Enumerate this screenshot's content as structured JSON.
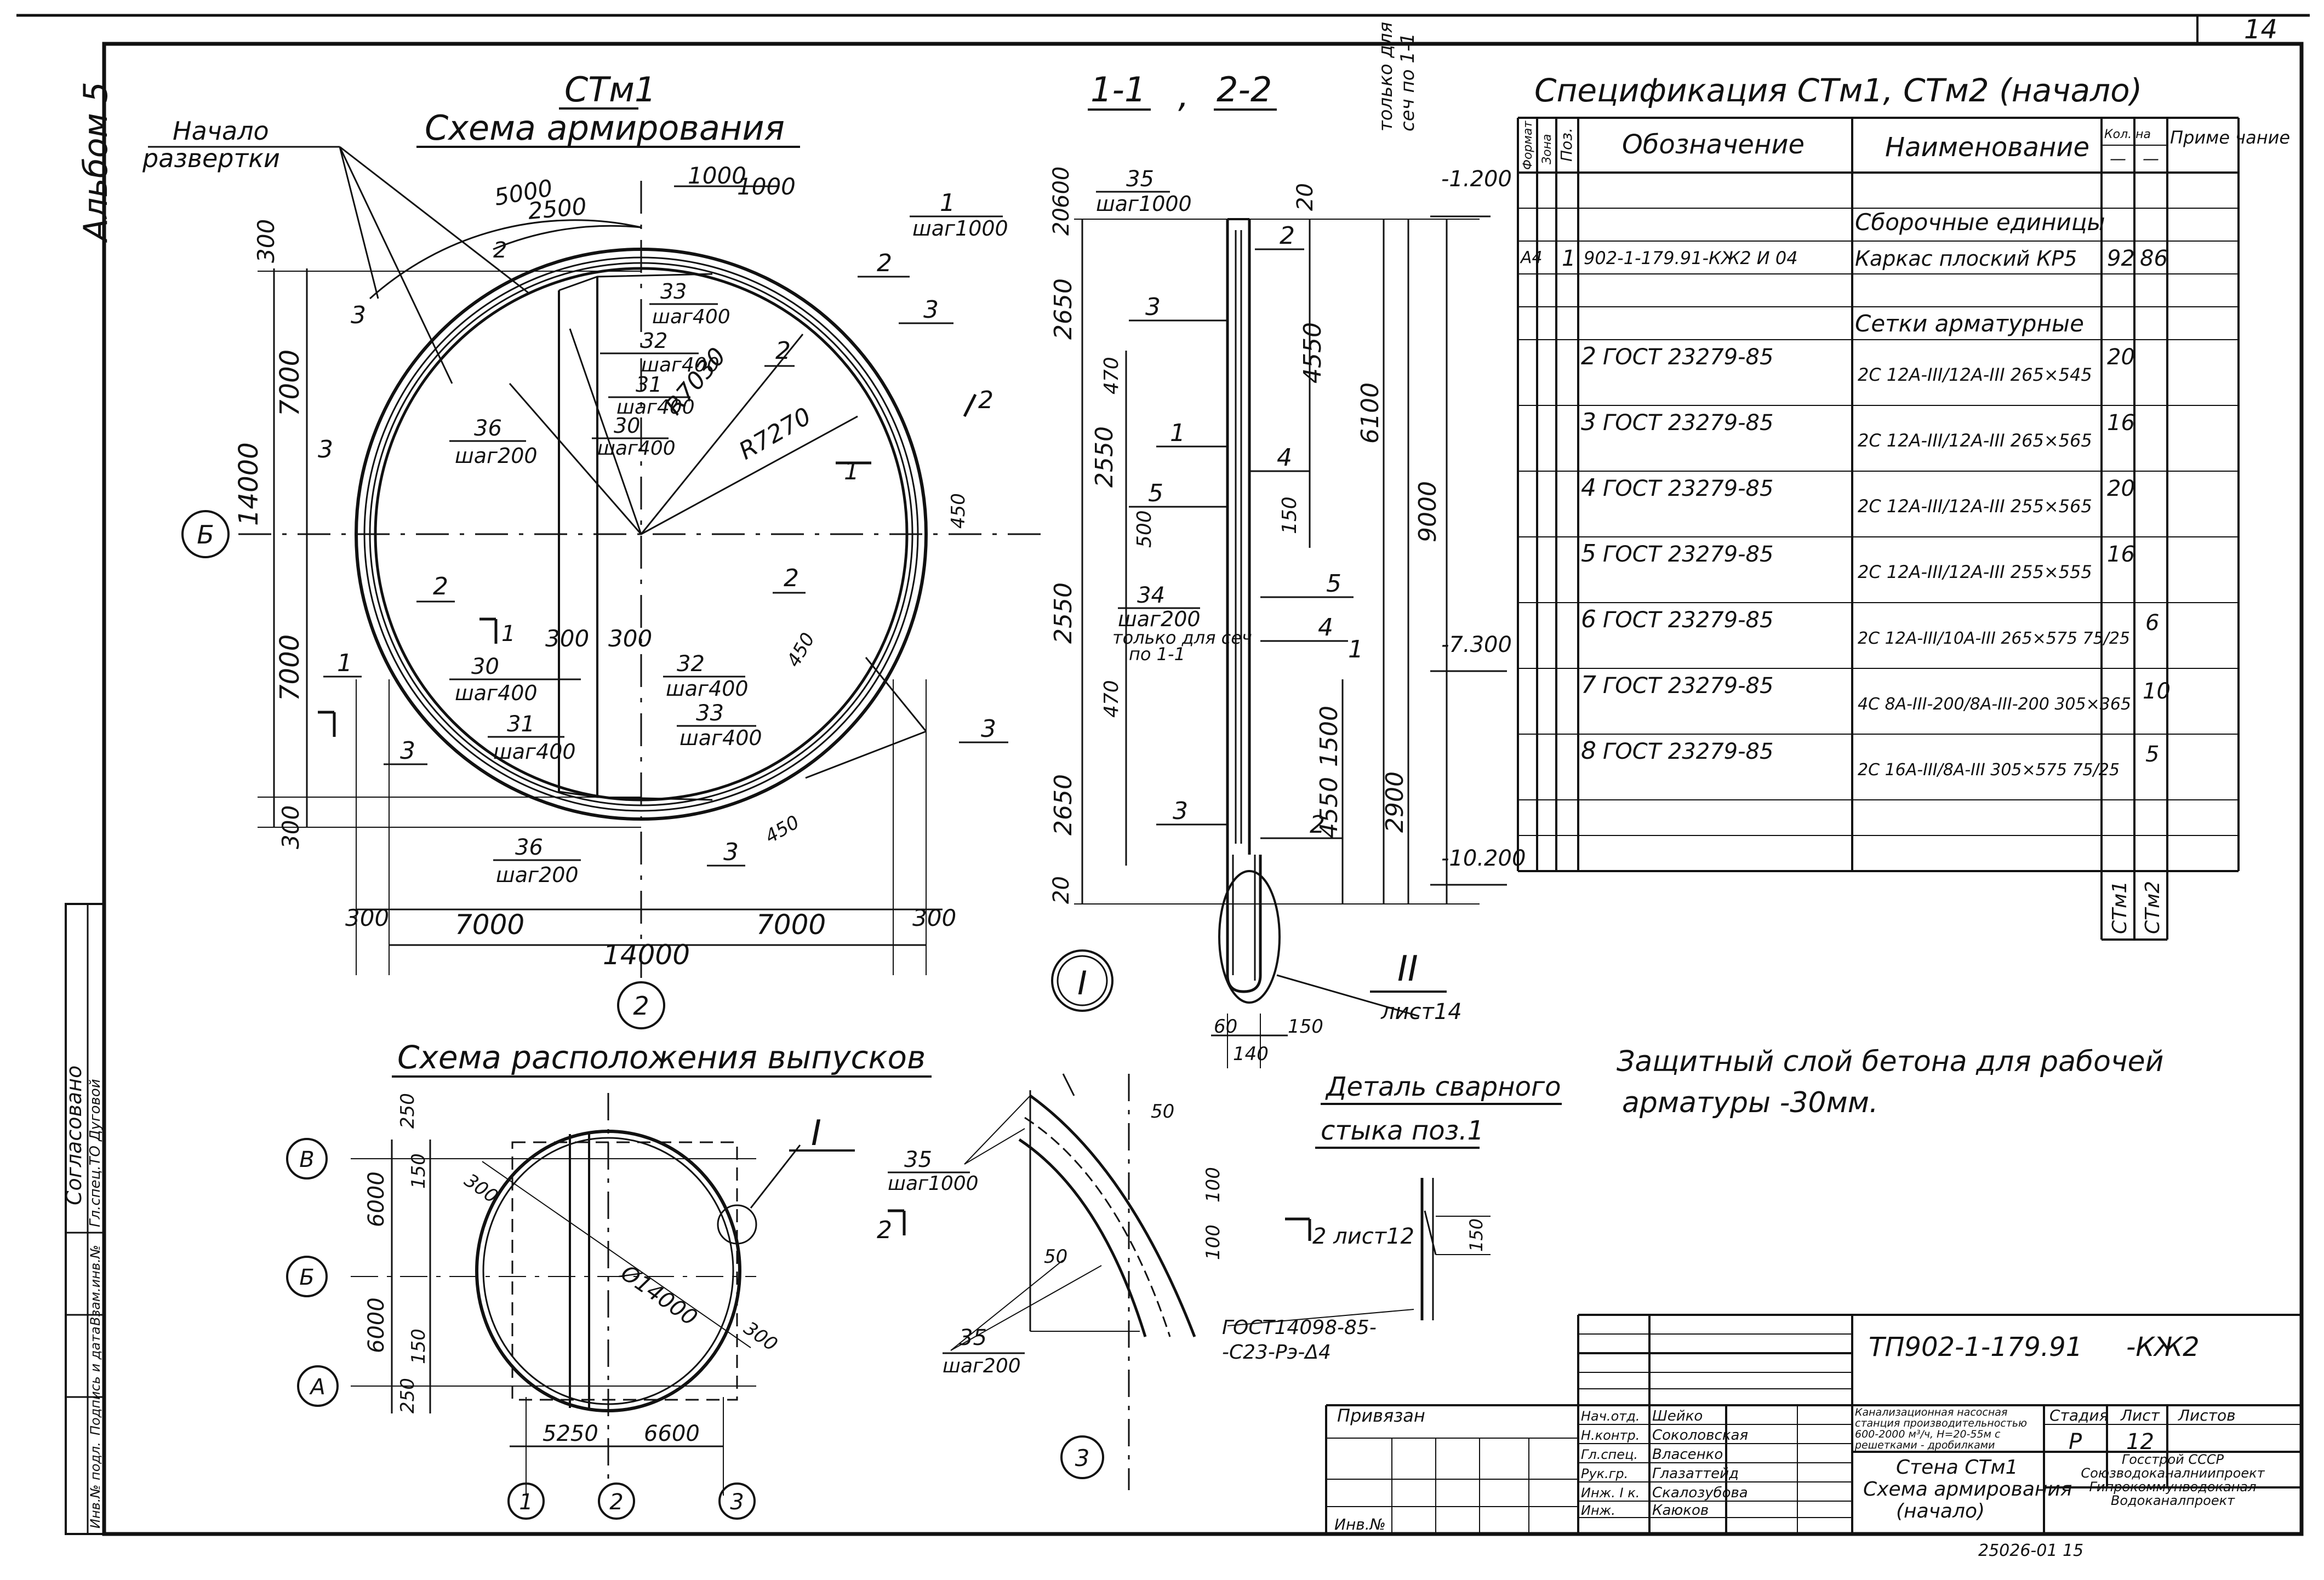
{
  "sheet": {
    "page_number": "14",
    "album": "Альбом 5",
    "doc_code": "ТП902-1-179.91",
    "doc_suffix": "-КЖ2",
    "archive_number": "25026-01 15"
  },
  "scheme": {
    "title": "СТм1",
    "subtitle": "Схема армирования",
    "start_label_1": "Начало",
    "start_label_2": "развертки",
    "dims": [
      "5000",
      "2500",
      "1000",
      "1000",
      "300",
      "7000",
      "14000",
      "7000",
      "300",
      "300",
      "7000",
      "7000",
      "300",
      "14000",
      "450",
      "450",
      "450",
      "300",
      "300",
      "R7030",
      "R7270"
    ],
    "tags": [
      {
        "pos": "1",
        "step": "шаг1000"
      },
      {
        "pos": "33",
        "step": "шаг400"
      },
      {
        "pos": "32",
        "step": "шаг400"
      },
      {
        "pos": "31",
        "step": "шаг400"
      },
      {
        "pos": "30",
        "step": "шаг400"
      },
      {
        "pos": "36",
        "step": "шаг200"
      },
      {
        "pos": "30",
        "step": "шаг400"
      },
      {
        "pos": "32",
        "step": "шаг400"
      },
      {
        "pos": "31",
        "step": "шаг400"
      },
      {
        "pos": "33",
        "step": "шаг400"
      },
      {
        "pos": "36",
        "step": "шаг200"
      }
    ],
    "pos_labels": [
      "2",
      "3",
      "3",
      "2",
      "2",
      "3",
      "3",
      "2",
      "1",
      "2",
      "3",
      "3",
      "1",
      "2"
    ],
    "axis_b": "Б",
    "axis_2": "2",
    "section_1": "1",
    "section_2": "2"
  },
  "section": {
    "title_1": "1-1",
    "title_sep": ",",
    "title_2": "2-2",
    "note_only_for": "только для",
    "note_sec": "сеч по 1-1",
    "dims_left": [
      "20",
      "600",
      "2650",
      "470",
      "2550",
      "500",
      "2550",
      "470",
      "2650",
      "20"
    ],
    "dims_right": [
      "20",
      "4550",
      "6100",
      "9000",
      "150",
      "1500",
      "4550",
      "2900"
    ],
    "levels": [
      "-1.200",
      "-7.300",
      "-10.200"
    ],
    "tag_35": "35",
    "tag_35_step": "шаг1000",
    "tag_34": "34",
    "tag_34_step": "шаг200",
    "tag_34_note_1": "только для сеч",
    "tag_34_note_2": "по 1-1",
    "pos_labels": [
      "2",
      "3",
      "1",
      "4",
      "5",
      "5",
      "4",
      "1",
      "3",
      "2"
    ],
    "bottom_dims": [
      "60",
      "150",
      "140"
    ],
    "node_I": "I",
    "node_II": "II",
    "sheet_ref": "лист14"
  },
  "spec": {
    "title": "Спецификация СТм1, СТм2 (начало)",
    "headers": {
      "format": "Формат",
      "zone": "Зона",
      "pos": "Поз.",
      "designation": "Обозначение",
      "name": "Наименование",
      "qty": "Кол. на",
      "qty_a": "—",
      "qty_b": "—",
      "note": "Приме чание"
    },
    "rows": [
      {
        "fmt": "",
        "pos": "",
        "des": "",
        "name": "Сборочные единицы",
        "q1": "",
        "q2": "",
        "note": ""
      },
      {
        "fmt": "А4",
        "pos": "1",
        "des": "902-1-179.91-КЖ2 И 04",
        "name": "Каркас плоский КР5",
        "q1": "92",
        "q2": "86",
        "note": ""
      },
      {
        "fmt": "",
        "pos": "",
        "des": "",
        "name": "Сетки арматурные",
        "q1": "",
        "q2": "",
        "note": ""
      },
      {
        "fmt": "",
        "pos": "2",
        "des": "ГОСТ 23279-85",
        "name": "2С 12А-III/12А-III 265×545",
        "q1": "20",
        "q2": "",
        "note": ""
      },
      {
        "fmt": "",
        "pos": "3",
        "des": "ГОСТ 23279-85",
        "name": "2С 12А-III/12А-III 265×565",
        "q1": "16",
        "q2": "",
        "note": ""
      },
      {
        "fmt": "",
        "pos": "4",
        "des": "ГОСТ 23279-85",
        "name": "2С 12А-III/12А-III 255×565",
        "q1": "20",
        "q2": "",
        "note": ""
      },
      {
        "fmt": "",
        "pos": "5",
        "des": "ГОСТ 23279-85",
        "name": "2С 12А-III/12А-III 255×555",
        "q1": "16",
        "q2": "",
        "note": ""
      },
      {
        "fmt": "",
        "pos": "6",
        "des": "ГОСТ 23279-85",
        "name": "2С 12А-III/10А-III 265×575 75/25",
        "q1": "",
        "q2": "6",
        "note": ""
      },
      {
        "fmt": "",
        "pos": "7",
        "des": "ГОСТ 23279-85",
        "name": "4С 8А-III-200/8А-III-200 305×365",
        "q1": "",
        "q2": "10",
        "note": ""
      },
      {
        "fmt": "",
        "pos": "8",
        "des": "ГОСТ 23279-85",
        "name": "2С 16А-III/8А-III 305×575 75/25",
        "q1": "",
        "q2": "5",
        "note": ""
      }
    ],
    "footer_1": "СТм1",
    "footer_2": "СТм2"
  },
  "note": {
    "line_1": "Защитный слой бетона для рабочей",
    "line_2": "арматуры -30мм."
  },
  "outlets": {
    "title": "Схема расположения выпусков",
    "axes": [
      "В",
      "Б",
      "А",
      "1",
      "2",
      "3"
    ],
    "dims": [
      "250",
      "150",
      "6000",
      "6000",
      "150",
      "250",
      "300",
      "Ø14000",
      "300",
      "5250",
      "6600"
    ],
    "node": "I"
  },
  "node_detail": {
    "tag_35a": "35",
    "tag_35a_step": "шаг1000",
    "tag_35b": "35",
    "tag_35b_step": "шаг200",
    "dims": [
      "50",
      "100",
      "100",
      "50"
    ],
    "section_2": "2",
    "axis_3": "3"
  },
  "weld": {
    "title_1": "Деталь сварного",
    "title_2": "стыка поз.1",
    "ref": "2 лист12",
    "dim": "150",
    "gost_1": "ГОСТ14098-85-",
    "gost_2": "-С23-Рэ-Δ4"
  },
  "side_stamp": {
    "agreed": "Согласовано",
    "entries": [
      "Гл.спец.ТО Дуговой",
      "Инв.№ подл.",
      "Подпись и дата",
      "Взам.инв.№"
    ]
  },
  "title_block": {
    "bound": "Привязан",
    "inv": "Инв.№",
    "staff": [
      {
        "role": "Нач.отд.",
        "name": "Шейко"
      },
      {
        "role": "Н.контр.",
        "name": "Соколовская"
      },
      {
        "role": "Гл.спец.",
        "name": "Власенко"
      },
      {
        "role": "Рук.гр.",
        "name": "Глазаттейд"
      },
      {
        "role": "Инж. I к.",
        "name": "Скалозубова"
      },
      {
        "role": "Инж.",
        "name": "Каюков"
      }
    ],
    "project": "Канализационная насосная станция производительностью 600-2000 м³/ч, Н=20-55м с решетками - дробилками",
    "sheet_name_1": "Стена СТм1",
    "sheet_name_2": "Схема армирования",
    "sheet_name_3": "(начало)",
    "stage_h": "Стадия",
    "sheet_h": "Лист",
    "sheets_h": "Листов",
    "stage": "Р",
    "sheet": "12",
    "sheets": "",
    "org": "Госстрой СССР Союзводоканалниипроект Гипрокоммунводоканал Водоканалпроект"
  }
}
